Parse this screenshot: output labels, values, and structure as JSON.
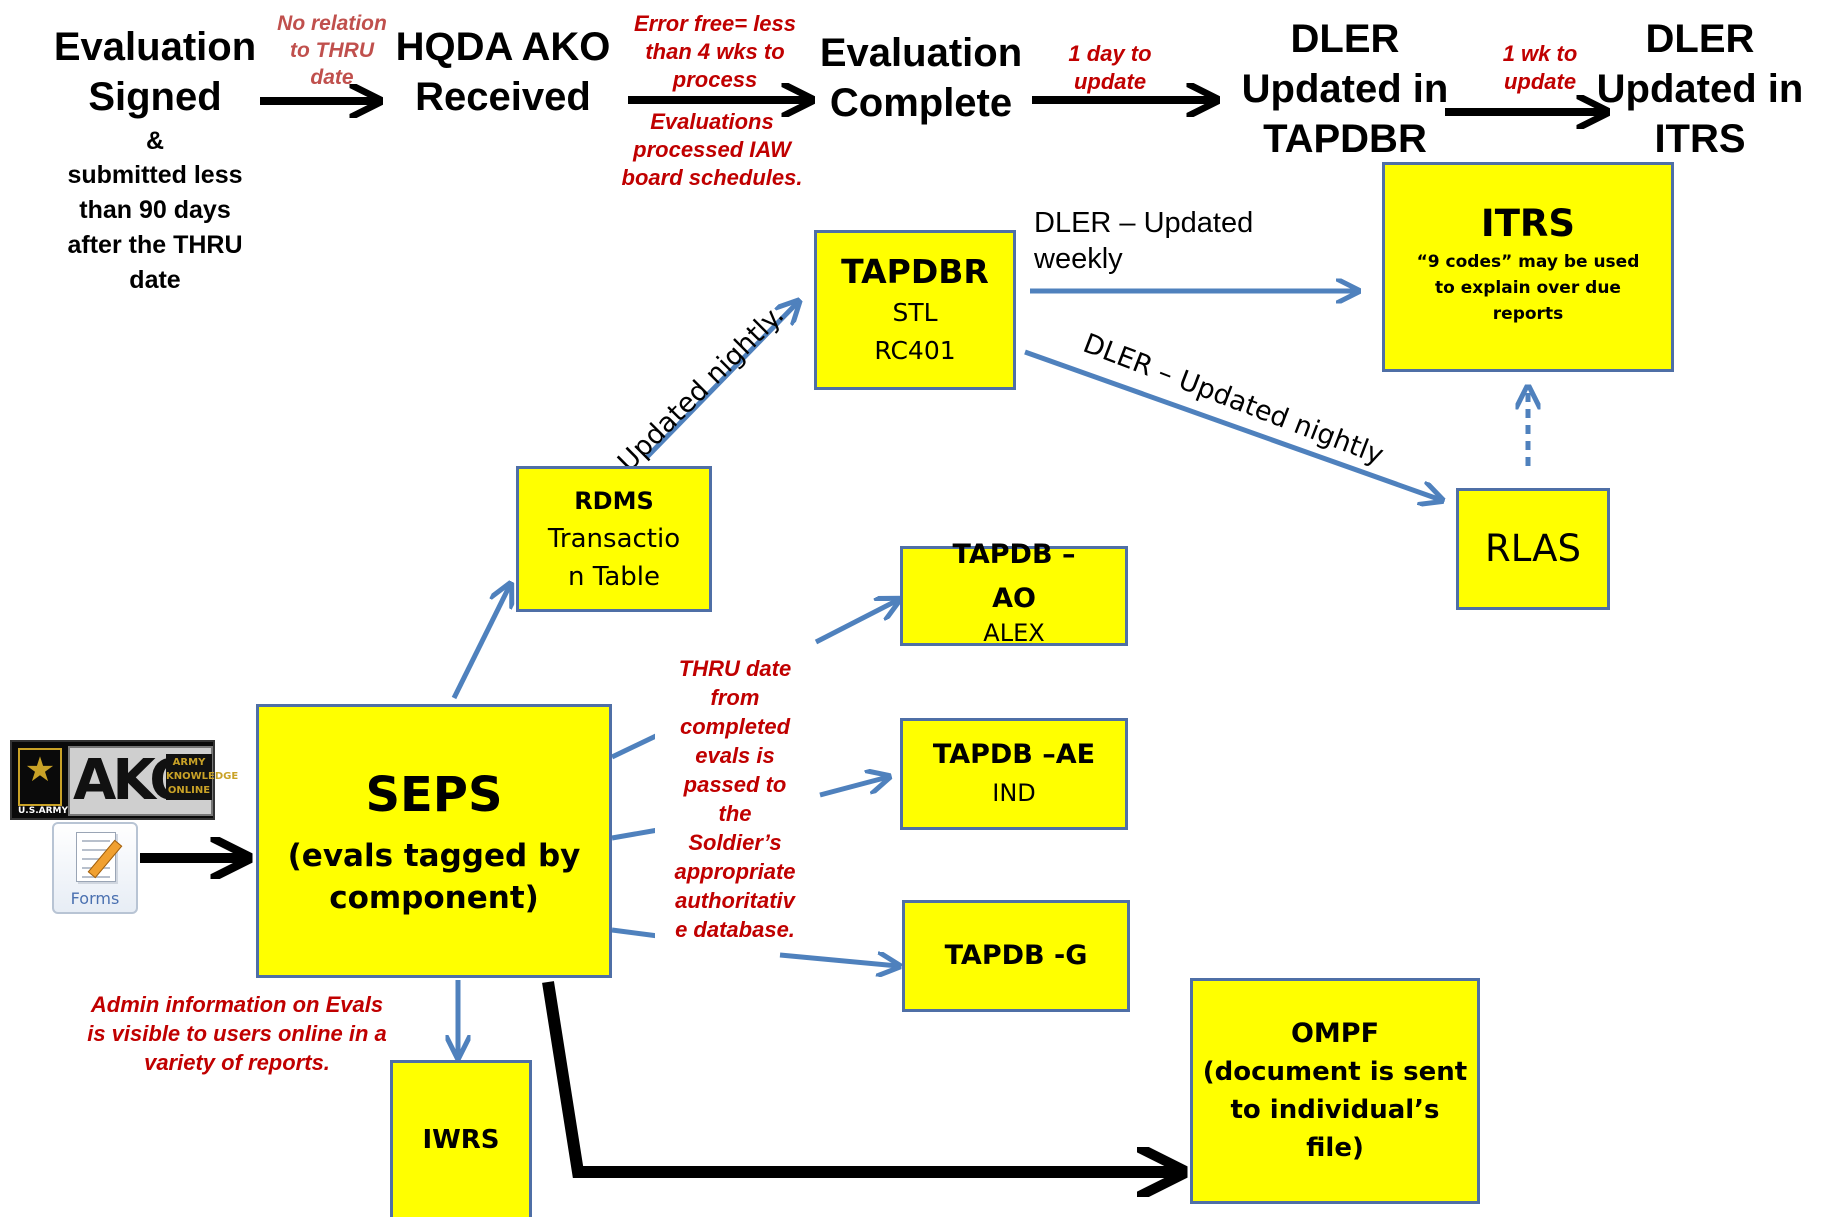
{
  "flow": {
    "evaluation_signed": "Evaluation\nSigned",
    "and": "&",
    "submitted_note": "submitted less\nthan 90 days\nafter the THRU\ndate",
    "hqda_ako": "HQDA AKO\nReceived",
    "evaluation_complete": "Evaluation\nComplete",
    "dler_tapdbr": "DLER\nUpdated in\nTAPDBR",
    "dler_itrs": "DLER\nUpdated in\nITRS"
  },
  "arrow_notes": {
    "no_relation": "No relation\nto THRU\ndate",
    "error_free": "Error free= less\nthan 4 wks to\nprocess",
    "processed_iaw": "Evaluations\nprocessed IAW\nboard schedules.",
    "one_day": "1 day to\nupdate",
    "one_wk": "1 wk to\nupdate"
  },
  "boxes": {
    "tapdbr": {
      "title": "TAPDBR",
      "line1": "STL",
      "line2": "RC401"
    },
    "itrs": {
      "title": "ITRS",
      "note": "“9 codes” may be used\nto explain over due\nreports"
    },
    "rlas": {
      "title": "RLAS"
    },
    "rdms": {
      "title": "RDMS",
      "line1": "Transactio\nn Table"
    },
    "tapdb_ao": {
      "title": "TAPDB –\nAO",
      "line1": "ALEX"
    },
    "tapdb_ae": {
      "title": "TAPDB –AE",
      "line1": "IND"
    },
    "tapdb_g": {
      "title": "TAPDB -G"
    },
    "seps": {
      "title": "SEPS",
      "sub": "(evals tagged by\ncomponent)"
    },
    "iwrs": {
      "title": "IWRS"
    },
    "ompf": {
      "title": "OMPF",
      "sub": "(document is sent\nto individual’s\nfile)"
    }
  },
  "connector_labels": {
    "dler_weekly": "DLER – Updated\nweekly",
    "dler_nightly": "DLER – Updated nightly",
    "updated_nightly": "Updated nightly."
  },
  "notes": {
    "thru_date": "THRU date\nfrom\ncompleted\nevals is\npassed to\nthe\nSoldier’s\nappropriate\nauthoritativ\ne database.",
    "admin_info": "Admin information on Evals\nis visible to users online in a\nvariety of reports."
  },
  "logo": {
    "ako_letters": "AKO",
    "ako_words": "ARMY\nKNOWLEDGE\nONLINE",
    "us_army": "U.S.ARMY",
    "forms_caption": "Forms"
  },
  "colors": {
    "box_fill": "#ffff00",
    "box_border": "#4f6fa6",
    "blue_arrow": "#4f81bd",
    "note_red": "#c00000"
  }
}
